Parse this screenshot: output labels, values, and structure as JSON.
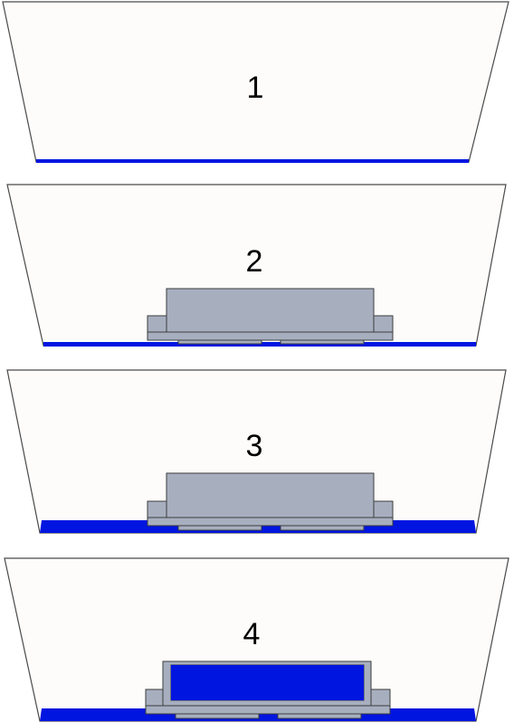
{
  "stages": [
    {
      "label": "1",
      "water_level": "thin",
      "has_structure": false,
      "structure_flooded": false
    },
    {
      "label": "2",
      "water_level": "thin",
      "has_structure": true,
      "structure_flooded": false
    },
    {
      "label": "3",
      "water_level": "shallow",
      "has_structure": true,
      "structure_flooded": false
    },
    {
      "label": "4",
      "water_level": "shallow",
      "has_structure": true,
      "structure_flooded": true
    }
  ],
  "colors": {
    "water": "#0015e0",
    "structure": "#a7afbf",
    "basin_fill": "#fdfcfb",
    "outline": "#3c3c3c"
  }
}
